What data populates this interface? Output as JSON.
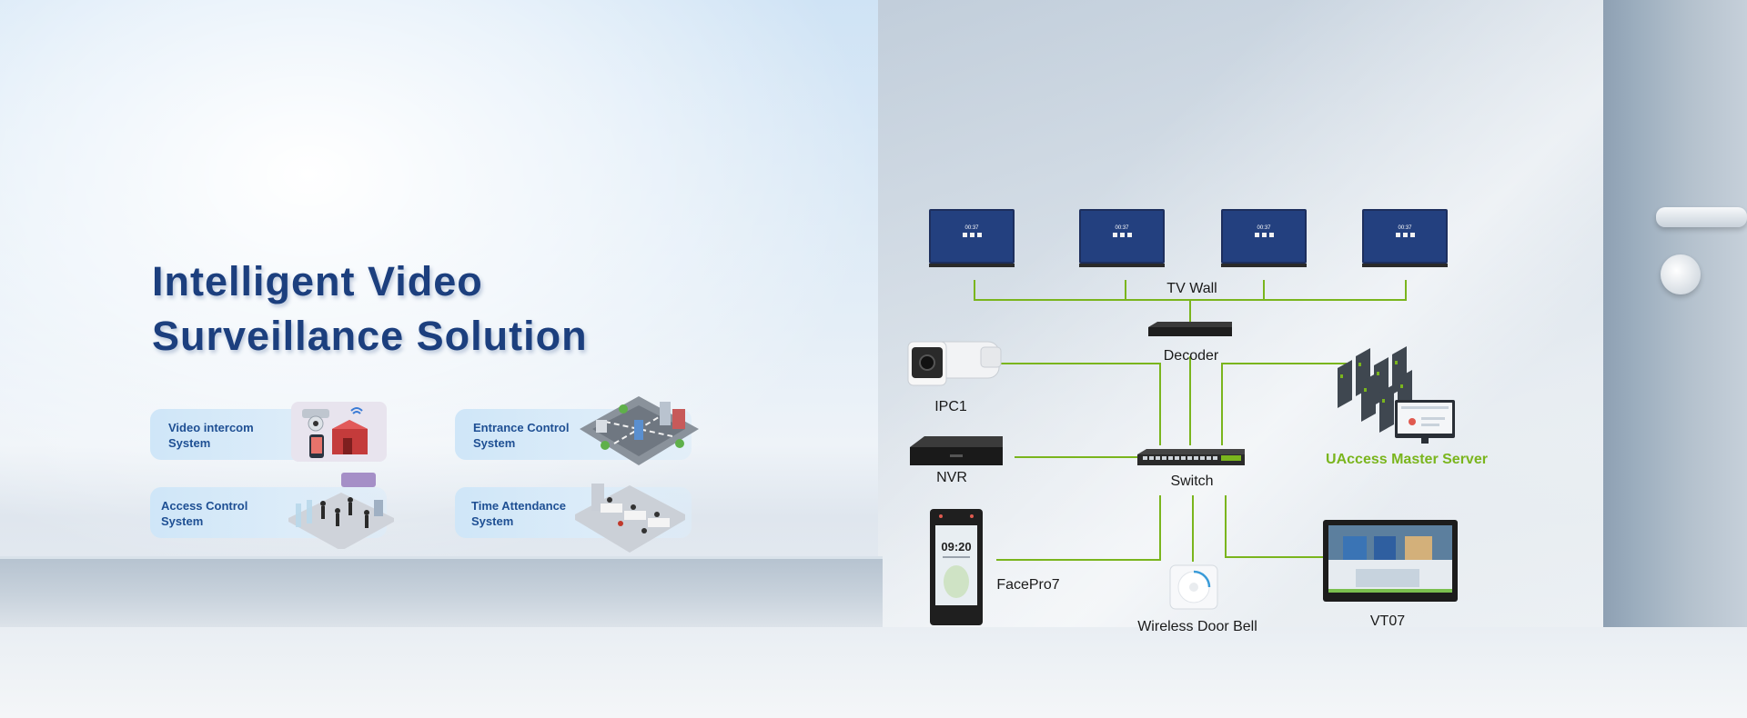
{
  "hero": {
    "title_line1": "Intelligent Video",
    "title_line2": "Surveillance Solution"
  },
  "systems": [
    {
      "label": "Video intercom System"
    },
    {
      "label": "Entrance Control System"
    },
    {
      "label": "Access Control System"
    },
    {
      "label": "Time Attendance System"
    }
  ],
  "screen_clock": "09:20",
  "monitor_clock": "00:37",
  "diagram": {
    "nodes": {
      "tv_wall": "TV Wall",
      "decoder": "Decoder",
      "ipc1": "IPC1",
      "nvr": "NVR",
      "switch": "Switch",
      "server": "UAccess Master Server",
      "facepro": "FacePro7",
      "doorbell": "Wireless Door Bell",
      "vt07": "VT07"
    }
  },
  "colors": {
    "headline": "#1c3f7e",
    "card_label": "#1e4f93",
    "connector": "#7ab51d",
    "server_label": "#7ab51d"
  }
}
